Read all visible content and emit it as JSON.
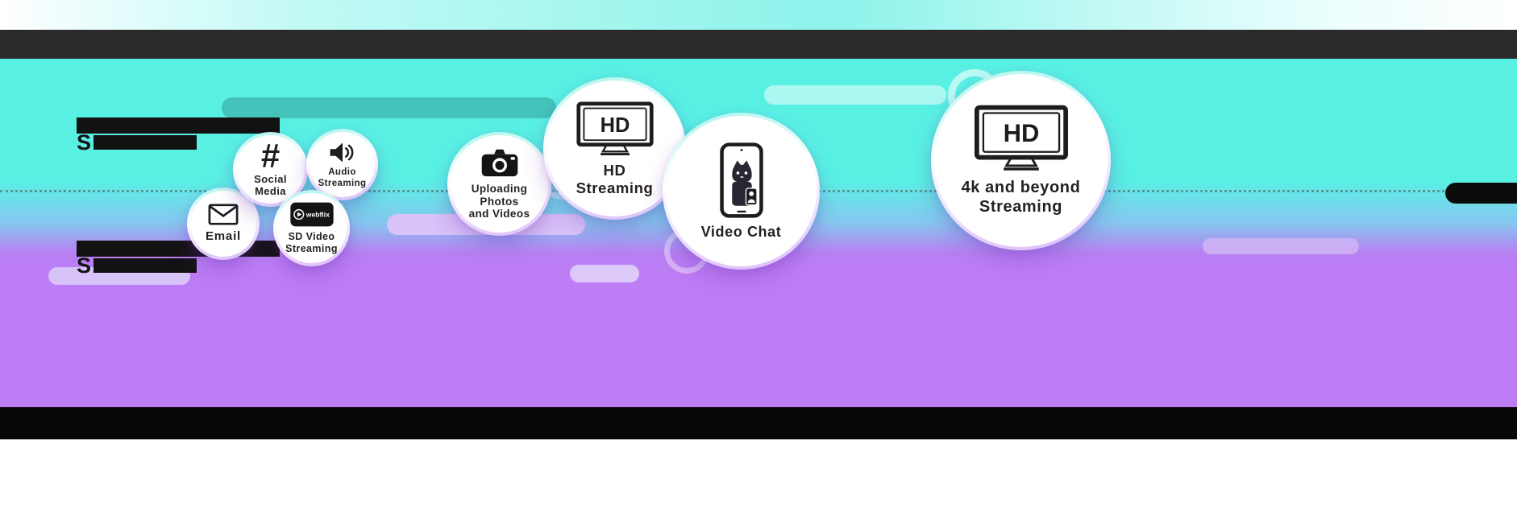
{
  "scene": {
    "type": "internet-speed-infographic",
    "dotted_guide_line": true
  },
  "colors": {
    "bg_cyan": "#59F0E4",
    "bg_purple": "#BD7DF5",
    "top_bar_dark": "#2B292A",
    "bottom_bar_black": "#070707",
    "ink": "#241F21",
    "pill_teal": "#43C3B9",
    "pill_cyan_light": "#ABF7F1",
    "pill_lavender": "#D8C2F8"
  },
  "bubbles": {
    "email": {
      "label": "Email"
    },
    "social_media": {
      "label": "Social\nMedia",
      "symbol": "#"
    },
    "audio_streaming": {
      "label": "Audio\nStreaming"
    },
    "sd_video": {
      "label": "SD Video\nStreaming",
      "brand": "webflix"
    },
    "uploading": {
      "label": "Uploading Photos\nand Videos"
    },
    "hd_streaming": {
      "label": "HD\nStreaming",
      "screen_text": "HD"
    },
    "video_chat": {
      "label": "Video Chat"
    },
    "four_k": {
      "label": "4k and beyond\nStreaming",
      "screen_text": "HD"
    }
  },
  "redacted_text": {
    "top_line_2_visible": "S",
    "bottom_line_2_visible": "S"
  }
}
